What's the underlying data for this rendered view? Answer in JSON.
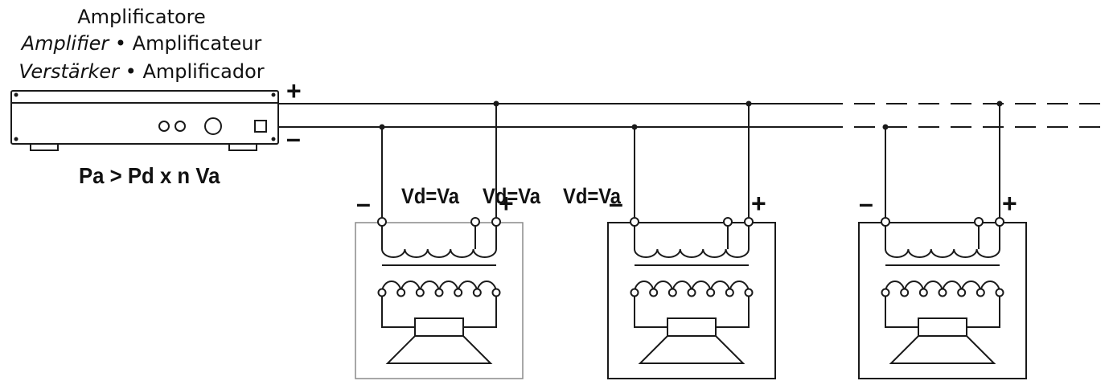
{
  "amplifier": {
    "title_it": "Amplificatore",
    "title_en": "Amplifier",
    "title_fr": "Amplificateur",
    "title_de": "Verstärker",
    "title_es": "Amplificador",
    "separator": "•",
    "plus": "+",
    "minus": "–"
  },
  "formula": "Pa > Pd x n Va",
  "speakers": [
    {
      "vd_label": "Vd=Va",
      "minus": "–",
      "plus": "+"
    },
    {
      "vd_label": "Vd=Va",
      "minus": "–",
      "plus": "+"
    },
    {
      "vd_label": "Vd=Va",
      "minus": "–",
      "plus": "+"
    }
  ],
  "colors": {
    "line": "#1a1a1a",
    "box_light": "#8a8a8a"
  }
}
